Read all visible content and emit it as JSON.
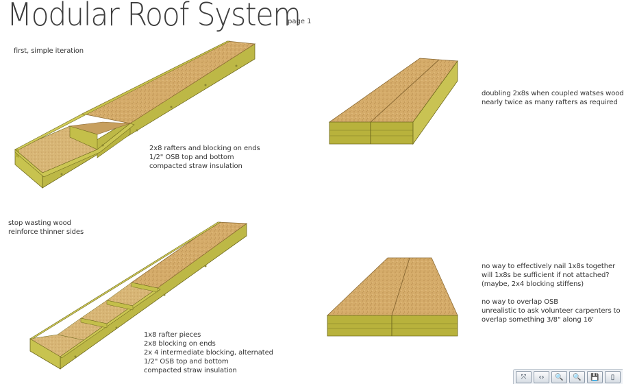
{
  "header": {
    "title": "Modular Roof System",
    "page_label": "page 1"
  },
  "notes": {
    "first_iteration": "first, simple iteration",
    "iteration1_specs": [
      "2x8 rafters and blocking on ends",
      "1/2\" OSB top and bottom",
      "compacted straw insulation"
    ],
    "doubling": [
      "doubling 2x8s when coupled watses wood",
      "nearly twice as many rafters as required"
    ],
    "stop_wasting": [
      "stop wasting wood",
      "reinforce thinner sides"
    ],
    "iteration2_specs": [
      "1x8 rafter pieces",
      "2x8 blocking on ends",
      "2x 4 intermediate blocking, alternated",
      "1/2\" OSB top and bottom",
      "compacted straw insulation"
    ],
    "nail_issue": [
      "no way to effectively nail 1x8s together",
      "will 1x8s be sufficient if not attached?",
      "(maybe, 2x4 blocking stiffens)"
    ],
    "osb_issue": [
      "no way to overlap OSB",
      "unrealistic to ask volunteer carpenters to",
      "overlap something 3/8\" along 16'"
    ]
  },
  "toolbar": {
    "buttons": [
      {
        "icon": "fit-page-icon",
        "glyph": "⤧"
      },
      {
        "icon": "fit-width-icon",
        "glyph": "‹›"
      },
      {
        "icon": "zoom-out-icon",
        "glyph": "🔍"
      },
      {
        "icon": "zoom-in-icon",
        "glyph": "🔍"
      },
      {
        "icon": "save-icon",
        "glyph": "💾"
      },
      {
        "icon": "print-icon",
        "glyph": "▯"
      }
    ]
  },
  "colors": {
    "osb": "#d6ad6b",
    "osb_dark": "#c19455",
    "wood_side": "#c9c353",
    "wood_front": "#b8b23c",
    "wood_edge": "#6f6a1e",
    "straw": "#d9b777",
    "text": "#333333"
  }
}
